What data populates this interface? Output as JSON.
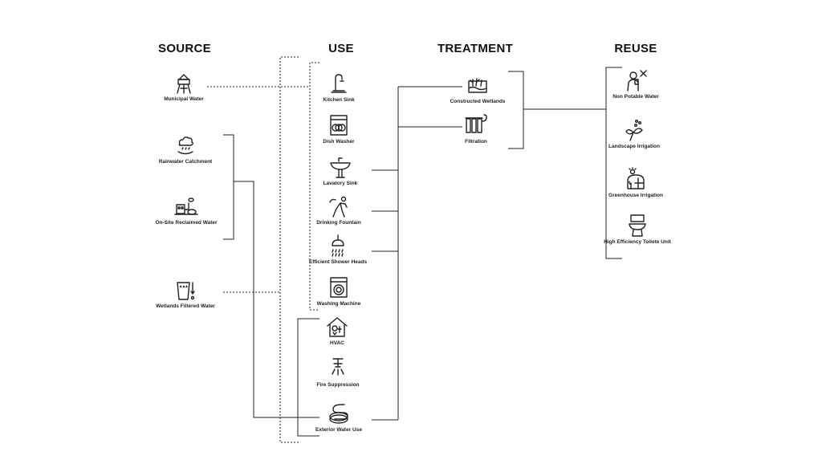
{
  "headers": {
    "source": "SOURCE",
    "use": "USE",
    "treatment": "TREATMENT",
    "reuse": "REUSE"
  },
  "source": [
    {
      "label": "Municipal Water",
      "icon": "water-tower-icon"
    },
    {
      "label": "Rainwater Catchment",
      "icon": "rain-cloud-icon"
    },
    {
      "label": "On-Site Reclaimed Water",
      "icon": "reclaim-plant-icon"
    },
    {
      "label": "Wetlands Filtered Water",
      "icon": "wetland-bucket-icon"
    }
  ],
  "use": [
    {
      "label": "Kitchen Sink",
      "icon": "faucet-icon"
    },
    {
      "label": "Dish Washer",
      "icon": "dishwasher-icon"
    },
    {
      "label": "Lavatory Sink",
      "icon": "lavatory-sink-icon"
    },
    {
      "label": "Drinking Fountain",
      "icon": "drinking-fountain-icon"
    },
    {
      "label": "Efficient Shower Heads",
      "icon": "shower-head-icon"
    },
    {
      "label": "Washing Machine",
      "icon": "washing-machine-icon"
    },
    {
      "label": "HVAC",
      "icon": "hvac-house-icon"
    },
    {
      "label": "Fire Suppression",
      "icon": "sprinkler-icon"
    },
    {
      "label": "Exterior Water Use",
      "icon": "hose-icon"
    }
  ],
  "treatment": [
    {
      "label": "Constructed Wetlands",
      "icon": "wetland-plant-icon"
    },
    {
      "label": "Filtration",
      "icon": "filter-icon"
    }
  ],
  "reuse": [
    {
      "label": "Non Potable Water",
      "icon": "no-drinking-icon"
    },
    {
      "label": "Landscape Irrigation",
      "icon": "plant-sprout-icon"
    },
    {
      "label": "Greenhouse Irrigation",
      "icon": "greenhouse-icon"
    },
    {
      "label": "High Efficiency Toilete Unit",
      "icon": "toilet-icon"
    }
  ],
  "colors": {
    "line": "#222222",
    "text": "#111111",
    "background": "#ffffff"
  }
}
